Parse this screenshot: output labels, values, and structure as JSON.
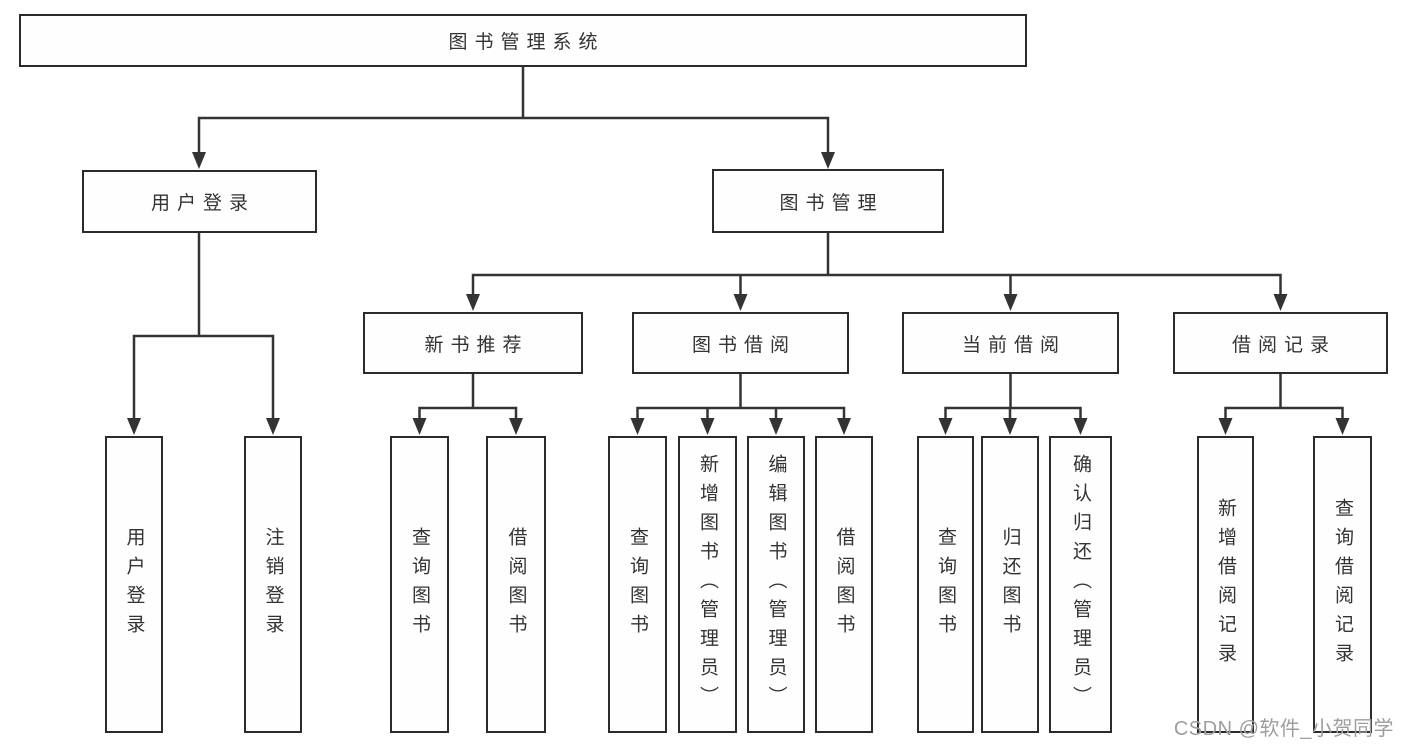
{
  "diagram_title": "图书管理系统",
  "colors": {
    "line": "#333333",
    "box_border": "#2b2b2b",
    "box_fill": "#fefefe",
    "text": "#333333",
    "watermark": "#9e9e9e",
    "background": "#ffffff"
  },
  "tree": {
    "label": "图书管理系统",
    "children": [
      {
        "label": "用户登录",
        "children": [
          {
            "label": "用户登录"
          },
          {
            "label": "注销登录"
          }
        ]
      },
      {
        "label": "图书管理",
        "children": [
          {
            "label": "新书推荐",
            "children": [
              {
                "label": "查询图书"
              },
              {
                "label": "借阅图书"
              }
            ]
          },
          {
            "label": "图书借阅",
            "children": [
              {
                "label": "查询图书"
              },
              {
                "label": "新增图书（管理员）"
              },
              {
                "label": "编辑图书（管理员）"
              },
              {
                "label": "借阅图书"
              }
            ]
          },
          {
            "label": "当前借阅",
            "children": [
              {
                "label": "查询图书"
              },
              {
                "label": "归还图书"
              },
              {
                "label": "确认归还（管理员）"
              }
            ]
          },
          {
            "label": "借阅记录",
            "children": [
              {
                "label": "新增借阅记录"
              },
              {
                "label": "查询借阅记录"
              }
            ]
          }
        ]
      }
    ]
  },
  "watermark": "CSDN @软件_小贺同学"
}
